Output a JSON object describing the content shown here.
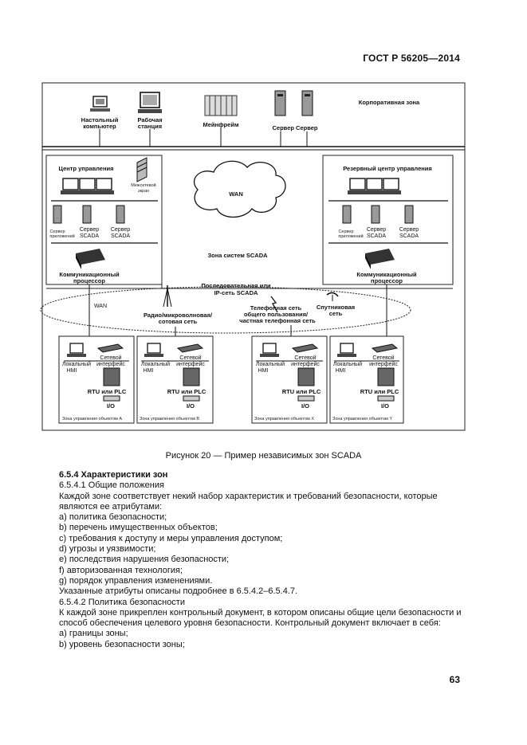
{
  "header": "ГОСТ Р 56205—2014",
  "page_number": "63",
  "figure": {
    "caption": "Рисунок 20 — Пример независимых зон SCADA",
    "corporate": {
      "zone_label": "Корпоративная зона",
      "desktop_line1": "Настольный",
      "desktop_line2": "компьютер",
      "workstation_line1": "Рабочая",
      "workstation_line2": "станция",
      "mainframe": "Мейнфрейм",
      "servers": "Сервер Сервер"
    },
    "control_center": {
      "title": "Центр управления",
      "firewall_line1": "Межсетевой",
      "firewall_line2": "экран",
      "app_server_line1": "Сервер",
      "app_server_line2": "приложений",
      "scada_server_line1": "Сервер",
      "scada_server_line2": "SCADA",
      "comm_line1": "Коммуникационный",
      "comm_line2": "процессор"
    },
    "backup_center": {
      "title": "Резервный центр управления",
      "app_server_line1": "Сервер",
      "app_server_line2": "приложений",
      "scada_server_line1": "Сервер",
      "scada_server_line2": "SCADA",
      "comm_line1": "Коммуникационный",
      "comm_line2": "процессор"
    },
    "wan_cloud": "WAN",
    "scada_zone": "Зона систем SCADA",
    "serial_line1": "Последовательная или",
    "serial_line2": "IP-сеть SCADA",
    "wan_ellipse": "WAN",
    "radio_line1": "Радио/микроволновая/",
    "radio_line2": "сотовая сеть",
    "phone_line1": "Телефонная сеть",
    "phone_line2": "общего пользования/",
    "phone_line3": "частная телефонная сеть",
    "satellite_line1": "Спутниковая",
    "satellite_line2": "сеть",
    "site": {
      "local_line1": "Локальный",
      "local_line2": "HMI",
      "net_line1": "Сетевой",
      "net_line2": "интерфейс",
      "rtu": "RTU или PLC",
      "io": "I/O"
    },
    "zones": [
      "Зона управления объектом A",
      "Зона управления объектом B",
      "Зона управления объектом X",
      "Зона управления объектом Y"
    ]
  },
  "section": {
    "heading": "6.5.4 Характеристики зон",
    "sub1": "6.5.4.1 Общие положения",
    "para1": "Каждой зоне соответствует некий набор характеристик и требований безопасности, которые являются ее атрибутами:",
    "items1": [
      "a) политика безопасности;",
      "b) перечень имущественных объектов;",
      "c) требования к доступу и меры управления доступом;",
      "d) угрозы и уязвимости;",
      "e) последствия нарушения безопасности;",
      "f) авторизованная технология;",
      "g) порядок управления изменениями."
    ],
    "para2": "Указанные атрибуты описаны подробнее в 6.5.4.2–6.5.4.7.",
    "sub2": "6.5.4.2 Политика безопасности",
    "para3": "К каждой зоне прикреплен контрольный документ, в котором описаны общие цели безопасности и способ обеспечения целевого уровня безопасности. Контрольный документ включает в себя:",
    "items2": [
      "a) границы зоны;",
      "b) уровень безопасности зоны;"
    ]
  }
}
